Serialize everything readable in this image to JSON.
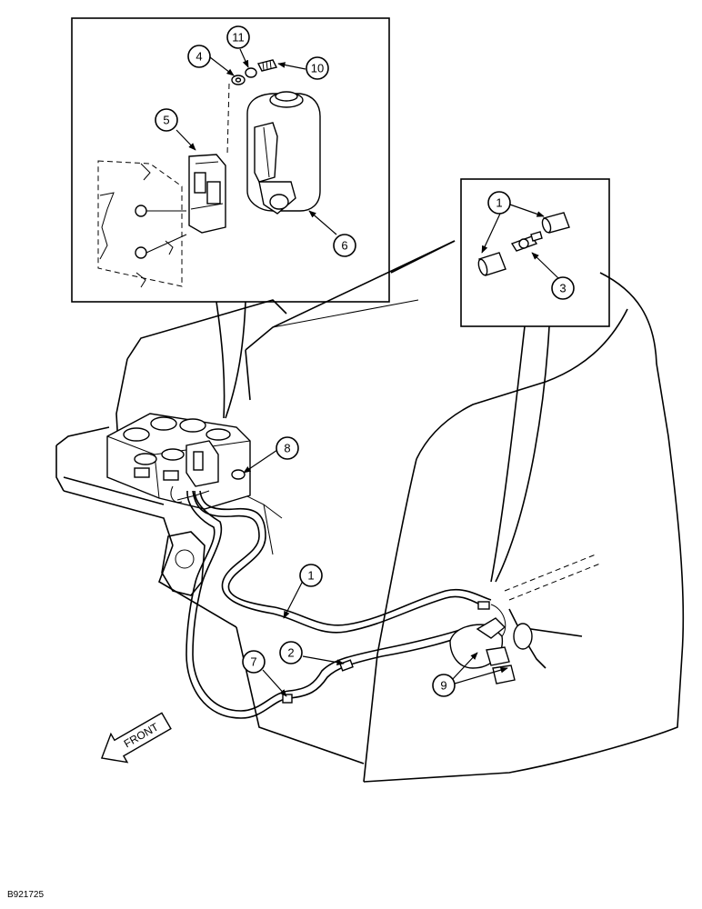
{
  "callouts": {
    "c1_detail": "1",
    "c1_main": "1",
    "c2": "2",
    "c3": "3",
    "c4": "4",
    "c5": "5",
    "c6": "6",
    "c7": "7",
    "c8": "8",
    "c9": "9",
    "c10": "10",
    "c11": "11"
  },
  "front_label": "FRONT",
  "document_id": "B921725"
}
